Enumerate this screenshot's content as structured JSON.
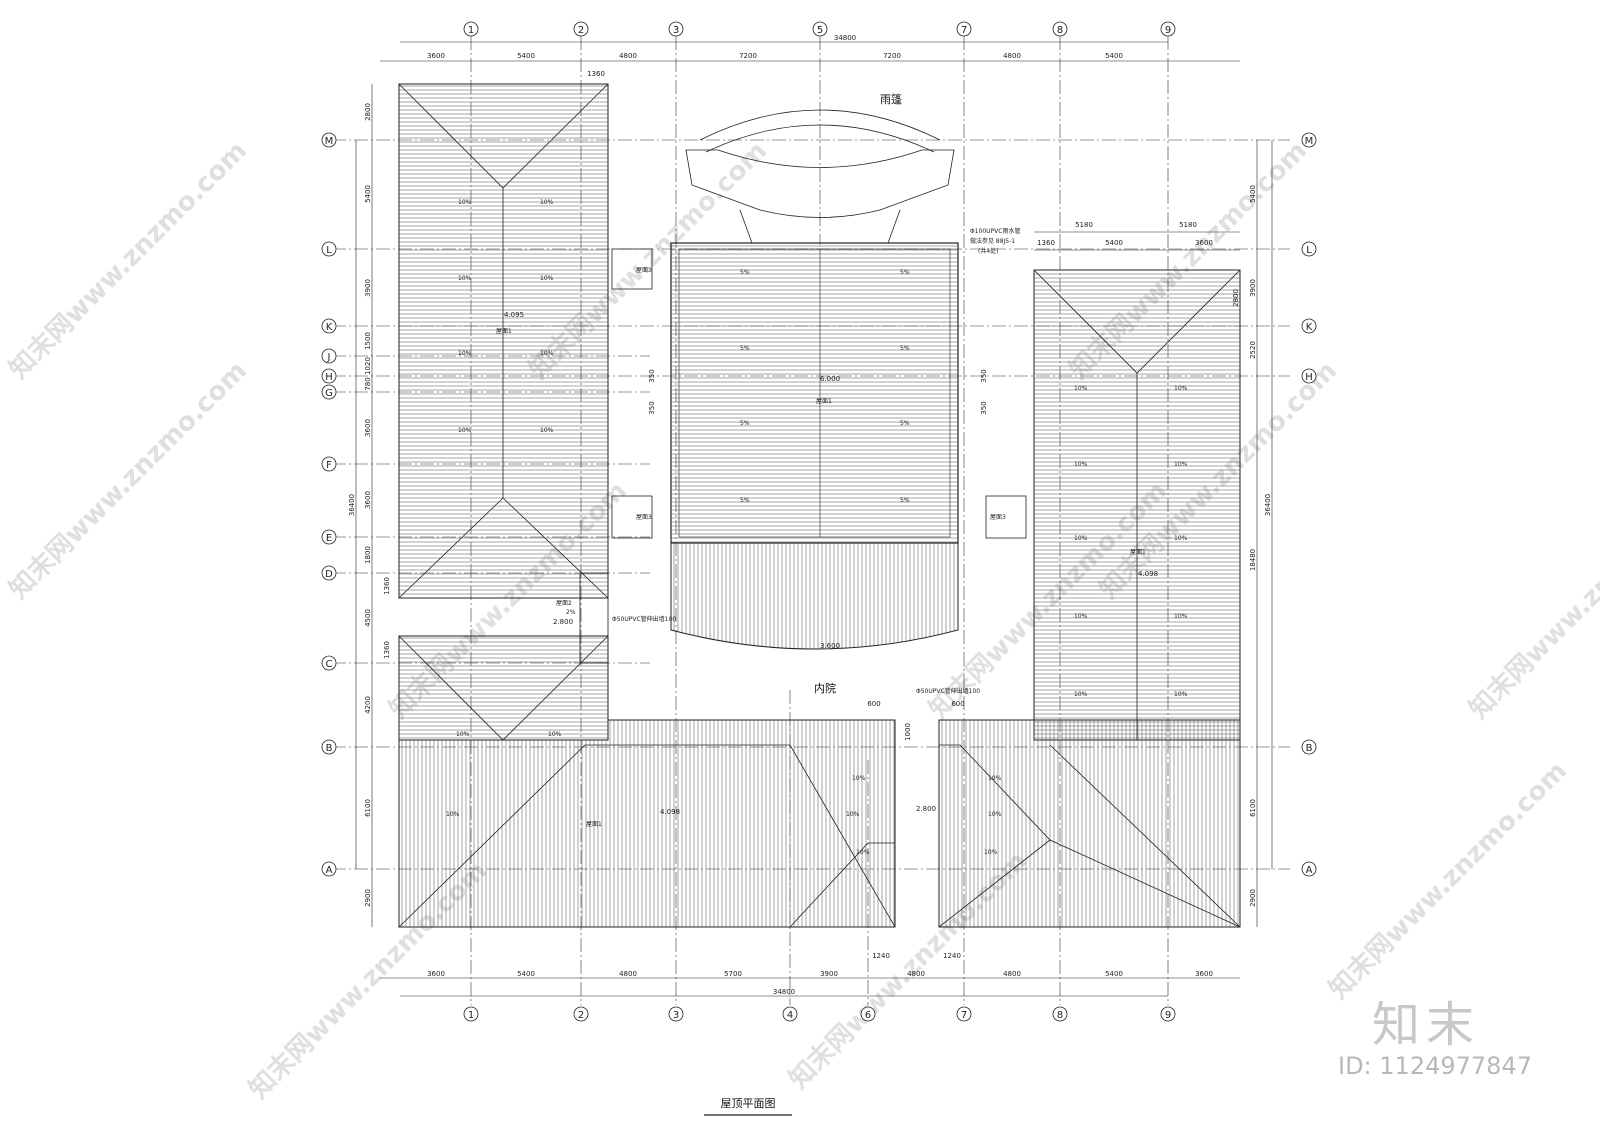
{
  "drawing": {
    "title": "屋顶平面图",
    "label_canopy": "雨篷",
    "label_courtyard": "内院",
    "elev_1": "4.095",
    "elev_2": "6.000",
    "elev_3": "3.600",
    "elev_4": "4.098",
    "elev_5": "2.800",
    "elev_6": "2.800",
    "elev_7": "4.098",
    "roof1": "屋面1",
    "roof2": "屋面2",
    "roof3": "屋面3",
    "pipe_note_1": "Φ50UPVC管伸出墙100",
    "pipe_note_2": "Φ50UPVC管伸出墙100",
    "pipe_note_3": "Φ100UPVC雨水管",
    "pipe_note_4": "做法参见 88J5-1",
    "pipe_note_5": "(共4处)",
    "slope_5": "5%",
    "slope_10": "10%",
    "slope_2": "2%"
  },
  "top_axes": [
    "1",
    "2",
    "3",
    "5",
    "7",
    "8",
    "9"
  ],
  "bottom_axes": [
    "1",
    "2",
    "3",
    "4",
    "6",
    "7",
    "8",
    "9"
  ],
  "side_axes_left": [
    "M",
    "L",
    "K",
    "J",
    "H",
    "G",
    "F",
    "E",
    "D",
    "C",
    "B",
    "A"
  ],
  "side_axes_right": [
    "M",
    "L",
    "K",
    "H",
    "B",
    "A"
  ],
  "top_dims": [
    "3600",
    "5400",
    "4800",
    "7200",
    "7200",
    "4800",
    "5400"
  ],
  "top_total": "34800",
  "top_sub": "1360",
  "right_top_dims": [
    "5180",
    "5180",
    "1360",
    "5400",
    "3600"
  ],
  "bottom_dims": [
    "3600",
    "5400",
    "4800",
    "5700",
    "3900",
    "4800",
    "4800",
    "5400",
    "3600"
  ],
  "bottom_sub": [
    "1240",
    "1240"
  ],
  "bottom_total": "34800",
  "left_dims": [
    "2800",
    "5400",
    "3900",
    "1500",
    "1020",
    "780",
    "3600",
    "3600",
    "1800",
    "1360",
    "4500",
    "1360",
    "4200",
    "6100",
    "2900"
  ],
  "left_total": "36400",
  "right_dims": [
    "5400",
    "3900",
    "2800",
    "2520",
    "18480",
    "6100",
    "2900"
  ],
  "right_total": "36400",
  "inner_dims": [
    "350",
    "350",
    "350",
    "350",
    "600",
    "600",
    "1000"
  ],
  "watermark": "知末网www.znzmo.com",
  "logo": "知末",
  "id_label": "ID: 1124977847",
  "colors": {
    "line": "#222222",
    "hatch": "#555555",
    "watermark": "#d6d6d6"
  }
}
